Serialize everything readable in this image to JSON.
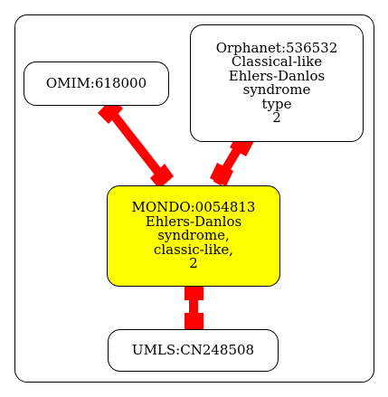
{
  "graph": {
    "nodes": [
      {
        "id": "omim",
        "label": "OMIM:618000",
        "fill": "#ffffff"
      },
      {
        "id": "orphanet",
        "label": "Orphanet:536532\nClassical-like\nEhlers-Danlos\nsyndrome\ntype\n2",
        "fill": "#ffffff"
      },
      {
        "id": "mondo",
        "label": "MONDO:0054813\nEhlers-Danlos\nsyndrome,\nclassic-like,\n2",
        "fill": "#ffff00"
      },
      {
        "id": "umls",
        "label": "UMLS:CN248508",
        "fill": "#ffffff"
      }
    ],
    "edges": [
      {
        "from": "omim",
        "to": "mondo",
        "color": "#ff0000"
      },
      {
        "from": "orphanet",
        "to": "mondo",
        "color": "#ff0000"
      },
      {
        "from": "mondo",
        "to": "umls",
        "color": "#ff0000"
      }
    ]
  }
}
